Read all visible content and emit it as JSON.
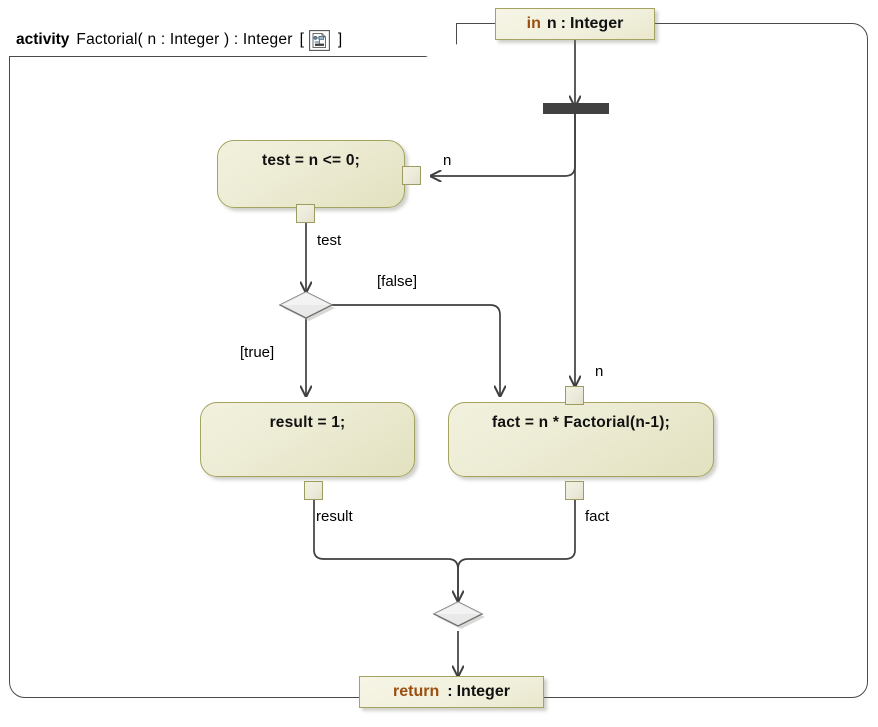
{
  "diagram": {
    "kind": "uml-activity-diagram",
    "frame": {
      "keyword": "activity",
      "signature": "Factorial( n : Integer ) : Integer",
      "bracket_open": "[",
      "bracket_close": "]",
      "icon": "activity-diagram-icon"
    },
    "colors": {
      "frame_border": "#4a4a4a",
      "action_fill": "#edecd5",
      "action_border": "#a4a35f",
      "pin_fill": "#eceadb",
      "pin_border": "#9d9c63",
      "param_fill": "#f1f0dd",
      "param_keyword": "#9a4f10",
      "fork_bar": "#414141",
      "diamond_fill": "#e9e9e9",
      "diamond_border": "#6f6f6f",
      "edge": "#3f3f3f",
      "text": "#111111"
    },
    "parameters": {
      "input": {
        "direction": "in",
        "name": "n",
        "separator": ":",
        "type": "Integer"
      },
      "output": {
        "keyword": "return",
        "separator": ":",
        "type": "Integer"
      }
    },
    "actions": [
      {
        "id": "test",
        "label": "test = n <= 0;"
      },
      {
        "id": "result",
        "label": "result = 1;"
      },
      {
        "id": "fact",
        "label": "fact = n * Factorial(n-1);"
      }
    ],
    "nodes": [
      {
        "id": "fork",
        "type": "fork"
      },
      {
        "id": "decision",
        "type": "decision"
      },
      {
        "id": "merge",
        "type": "merge"
      }
    ],
    "edge_labels": {
      "n_to_test": "n",
      "n_to_fact": "n",
      "test_out": "test",
      "guard_true": "[true]",
      "guard_false": "[false]",
      "result_out": "result",
      "fact_out": "fact"
    }
  }
}
